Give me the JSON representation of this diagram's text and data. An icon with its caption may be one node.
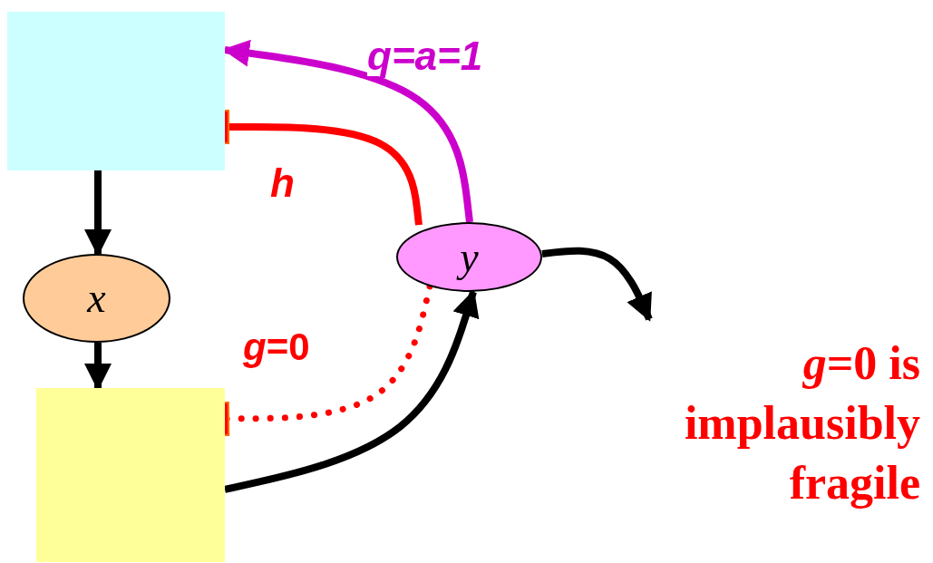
{
  "diagram": {
    "nodes": [
      {
        "text": [],
        "shape": "box"
      },
      {
        "text": [
          "x"
        ]
      },
      {
        "text": [],
        "shape": "box"
      },
      {
        "text": [
          "y"
        ]
      }
    ],
    "edges": [
      {
        "from": 0,
        "to": 1,
        "arrow": "to"
      },
      {
        "from": 1,
        "to": 2,
        "arrow": "to"
      },
      {
        "from": 3,
        "to": 0,
        "arrow": "to",
        "label": "q=a=1",
        "color": "#cc00cc"
      },
      {
        "from": 3,
        "to": 0,
        "arrow": "other",
        "label": "h",
        "color": "#ff0000"
      },
      {
        "from": 3,
        "to": 2,
        "arrow": "other",
        "label": "*g*=0",
        "color": "#ff0000",
        "style": "dashed"
      },
      {
        "from": 2,
        "to": 3,
        "arrow": "to"
      },
      {
        "from": 3,
        "to": null,
        "arrow": "to"
      }
    ],
    "labels": [
      "*g*=0 is implausibly fragile"
    ]
  }
}
